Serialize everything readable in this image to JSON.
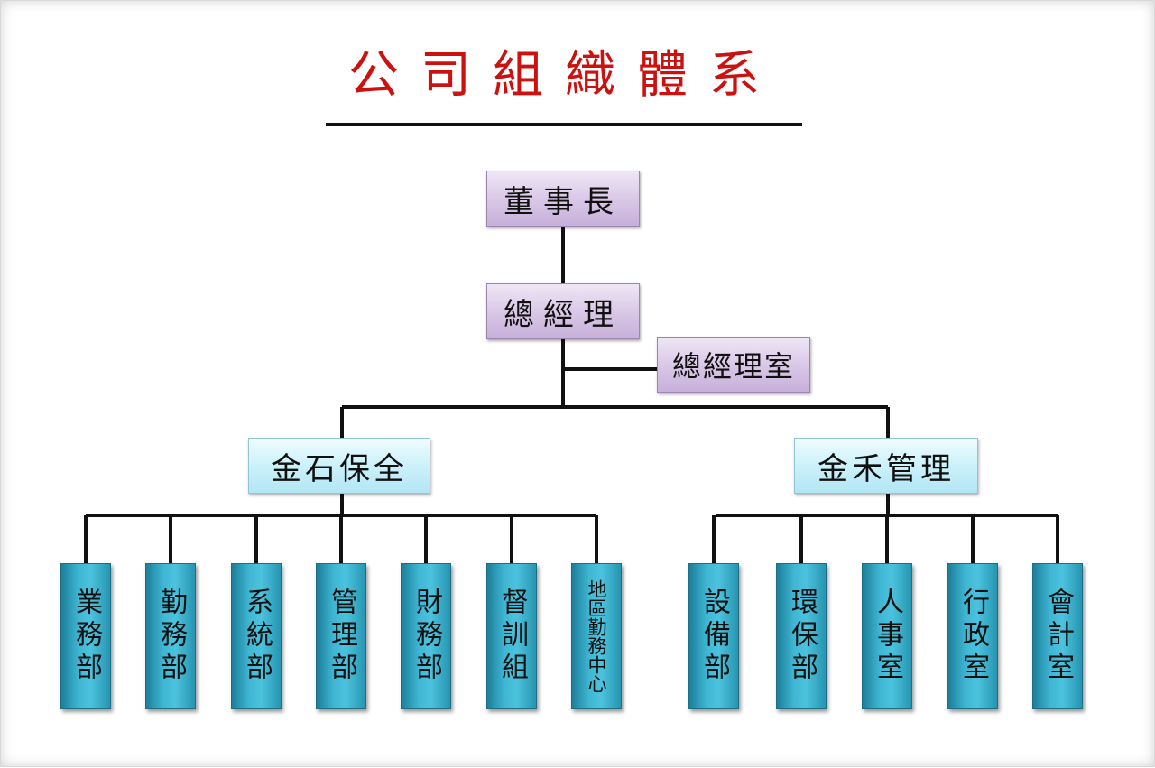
{
  "title": "公司組織體系",
  "chairman": "董事長",
  "general_manager": "總經理",
  "gm_office": "總經理室",
  "companies": [
    {
      "name": "金石保全",
      "departments": [
        "業務部",
        "勤務部",
        "系統部",
        "管理部",
        "財務部",
        "督訓組",
        "地區勤務中心"
      ]
    },
    {
      "name": "金禾管理",
      "departments": [
        "設備部",
        "環保部",
        "人事室",
        "行政室",
        "會計室"
      ]
    }
  ],
  "colors": {
    "title": "#cc1111",
    "executive_box": "#d8c6e6",
    "company_box": "#c9f0fa",
    "department_box": "#3fb6d3",
    "line": "#111111"
  }
}
